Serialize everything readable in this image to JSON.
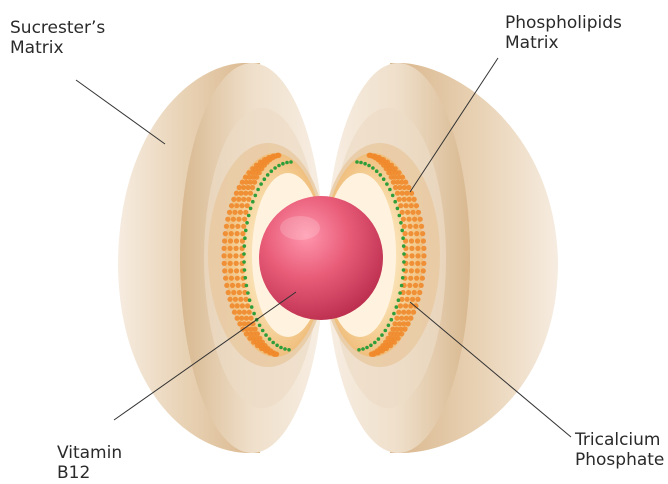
{
  "labels": {
    "sucrester": {
      "line1": "Sucrester’s",
      "line2": "Matrix"
    },
    "phospholipids": {
      "line1": "Phospholipids",
      "line2": "Matrix"
    },
    "vitamin": {
      "line1": "Vitamin",
      "line2": "B12"
    },
    "tricalcium": {
      "line1": "Tricalcium",
      "line2": "Phosphate"
    }
  },
  "colors": {
    "sucrester_matrix": "#dcc09a",
    "phospholipid_shell": "#f3c98c",
    "phospholipid_beads": "#f08a2c",
    "tricalcium_dots": "#2e9e3a",
    "vitamin_core": "#e2526f",
    "leader_lines": "#333333"
  }
}
